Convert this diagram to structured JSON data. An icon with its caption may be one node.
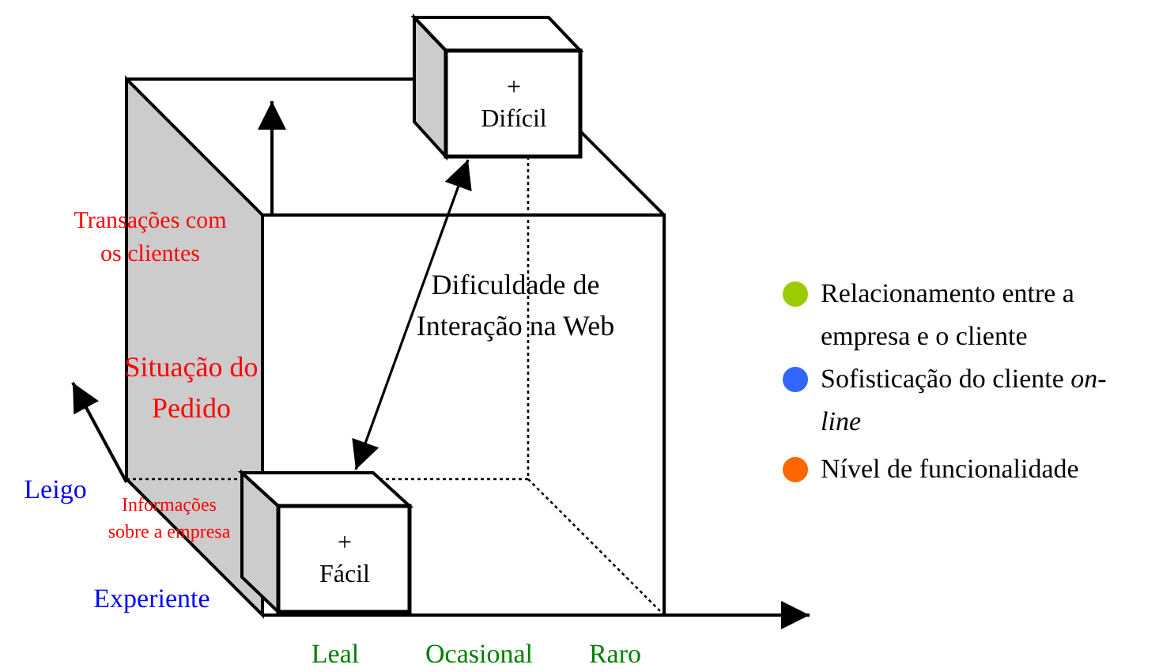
{
  "diagram": {
    "nodes": [
      {
        "text": [
          "+",
          "Difícil"
        ]
      },
      {
        "text": [
          "+",
          "Fácil"
        ]
      }
    ],
    "edges": [
      {
        "from": 0,
        "to": 1,
        "arrow": "both"
      }
    ],
    "labels": [
      "Transações com os clientes",
      "Dificuldade de Interação na Web",
      "Situação do Pedido",
      "Leigo",
      "Informações sobre a empresa",
      "Experiente",
      "Leal",
      "Ocasional",
      "Raro"
    ],
    "legend": [
      {
        "text": "Relacionamento entre a empresa e o cliente",
        "color": "#99cc00"
      },
      {
        "text": "Sofisticação do cliente *on-line*",
        "color": "#3366ff"
      },
      {
        "text": "Nível de funcionalidade",
        "color": "#ff6600"
      }
    ]
  }
}
